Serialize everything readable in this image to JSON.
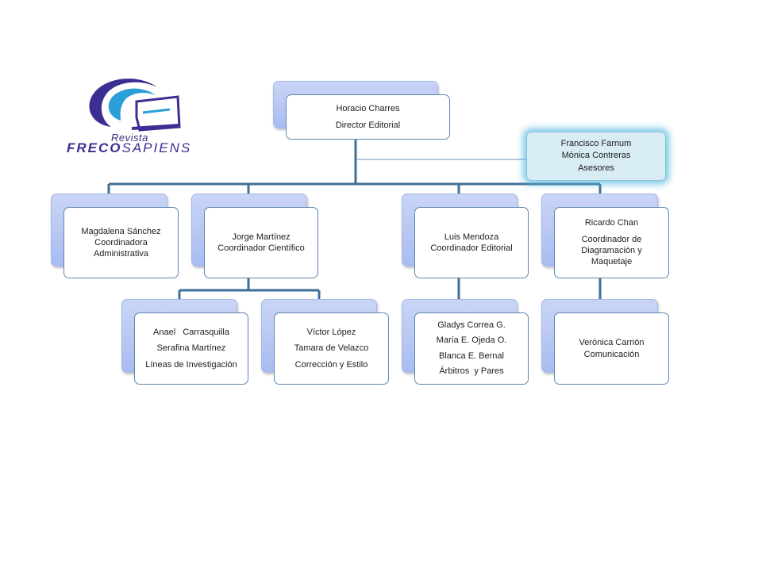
{
  "logo": {
    "subtitle": "Revista",
    "name_part1": "FRECO",
    "name_part2": "SAPIENS"
  },
  "director": {
    "name": "Horacio Charres",
    "role": "Director Editorial"
  },
  "advisors": {
    "line1": "Francisco Farnum",
    "line2": "Mónica Contreras",
    "role": "Asesores"
  },
  "coordinators": [
    {
      "lines": [
        "Magdalena Sánchez",
        "Coordinadora",
        "Administrativa"
      ]
    },
    {
      "lines": [
        "Jorge Martínez",
        "Coordinador Científico"
      ]
    },
    {
      "lines": [
        "Luis Mendoza",
        "Coordinador Editorial"
      ]
    },
    {
      "lines": [
        "Ricardo Chan",
        "Coordinador de",
        "Diagramación y",
        "Maquetaje"
      ]
    }
  ],
  "teams": [
    {
      "lines": [
        "Anael   Carrasquilla",
        "Serafina Martínez",
        "Líneas de Investigación"
      ]
    },
    {
      "lines": [
        "Víctor López",
        "Tamara de Velazco",
        "Corrección y Estilo"
      ]
    },
    {
      "lines": [
        "Gladys Correa G.",
        "María E. Ojeda O.",
        "Blanca E. Bernal",
        "Árbitros  y Pares"
      ]
    },
    {
      "lines": [
        "Verónica Carrión",
        "Comunicación"
      ]
    }
  ],
  "colors": {
    "connector": "#3f6f97",
    "box_border": "#5f86b0",
    "box_shadow_fill": "#b3c4f2",
    "advisor_fill": "#d8ecf4",
    "advisor_glow": "#4eb6de",
    "logo_blue": "#3b2f94"
  }
}
